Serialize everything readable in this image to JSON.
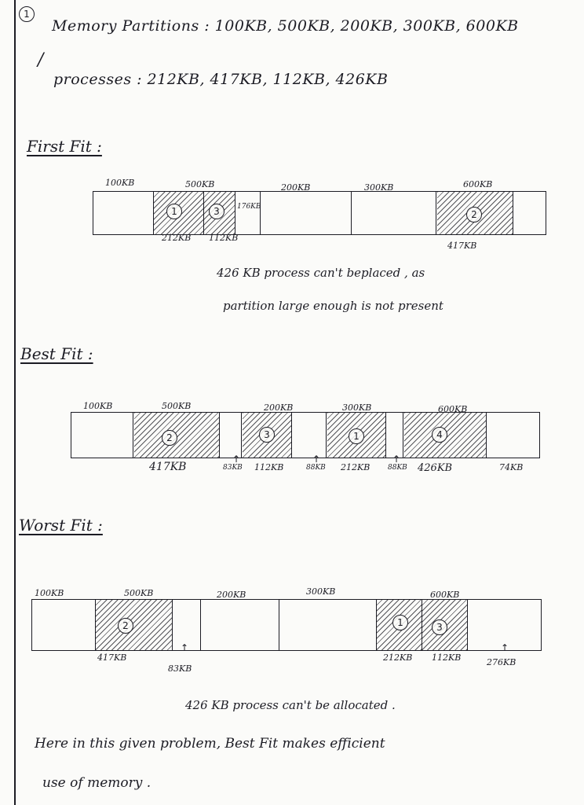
{
  "header": {
    "number": "1",
    "partitions_line": "Memory Partitions :  100KB, 500KB, 200KB, 300KB, 600KB",
    "processes_line": "processes :  212KB, 417KB, 112KB, 426KB"
  },
  "first_fit": {
    "title": "First Fit :",
    "partitions": [
      "100KB",
      "500KB",
      "200KB",
      "300KB",
      "600KB"
    ],
    "leftover": "176KB",
    "alloc_labels": [
      "1",
      "3",
      "2"
    ],
    "sizes": [
      "212KB",
      "112KB",
      "417KB"
    ],
    "note_line1": "426 KB process can't beplaced , as",
    "note_line2": "partition large enough is not present"
  },
  "best_fit": {
    "title": "Best Fit :",
    "partitions": [
      "100KB",
      "500KB",
      "200KB",
      "300KB",
      "600KB"
    ],
    "alloc_labels": [
      "2",
      "3",
      "1",
      "4"
    ],
    "sizes": [
      "417KB",
      "83KB",
      "112KB",
      "88KB",
      "212KB",
      "88KB",
      "426KB",
      "74KB"
    ]
  },
  "worst_fit": {
    "title": "Worst Fit :",
    "partitions": [
      "100KB",
      "500KB",
      "200KB",
      "300KB",
      "600KB"
    ],
    "alloc_labels": [
      "2",
      "1",
      "3"
    ],
    "sizes": [
      "417KB",
      "83KB",
      "212KB",
      "112KB",
      "276KB"
    ],
    "note": "426 KB process can't be allocated ."
  },
  "conclusion": {
    "line1": "Here in this given problem, Best Fit makes efficient",
    "line2": "use of memory ."
  }
}
